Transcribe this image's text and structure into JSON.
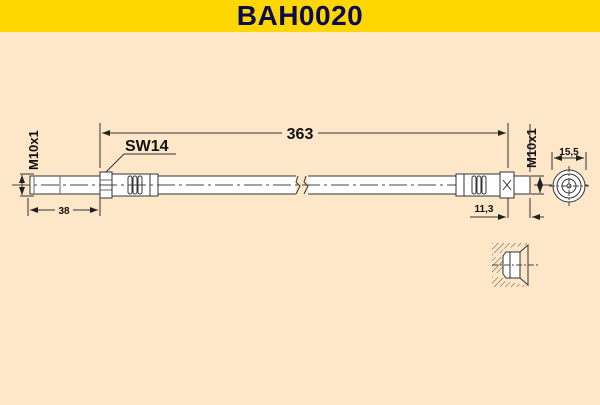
{
  "header": {
    "part_number": "BAH0020",
    "background_color": "#FFD700",
    "text_color": "#0B0B4F"
  },
  "diagram": {
    "background_color": "#FEE6C8",
    "total_length": "363",
    "wrench_size": "SW14",
    "left_thread": "M10x1",
    "left_thread_length": "38",
    "right_thread": "M10x1",
    "right_fitting_length": "11,3",
    "end_view_diameter": "15,5"
  }
}
